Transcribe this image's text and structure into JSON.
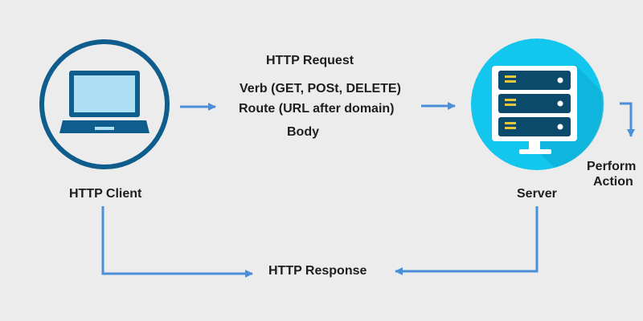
{
  "client": {
    "label": "HTTP Client"
  },
  "request": {
    "title": "HTTP Request",
    "lines": [
      "Verb (GET, POSt, DELETE)",
      "Route (URL after domain)",
      "Body"
    ]
  },
  "server": {
    "label": "Server"
  },
  "action": {
    "lines": [
      "Perform",
      "Action"
    ]
  },
  "response": {
    "label": "HTTP Response"
  },
  "colors": {
    "background": "#ececec",
    "arrow": "#4a90d9",
    "client_ring": "#0f5d8c",
    "laptop_screen": "#aee0f5",
    "laptop_body": "#0f5d8c",
    "server_circle": "#12c6ee",
    "server_shadow": "#0eaed4",
    "server_unit": "#0b4a6b",
    "server_led": "#e8c83a",
    "server_dot": "#ffffff"
  }
}
